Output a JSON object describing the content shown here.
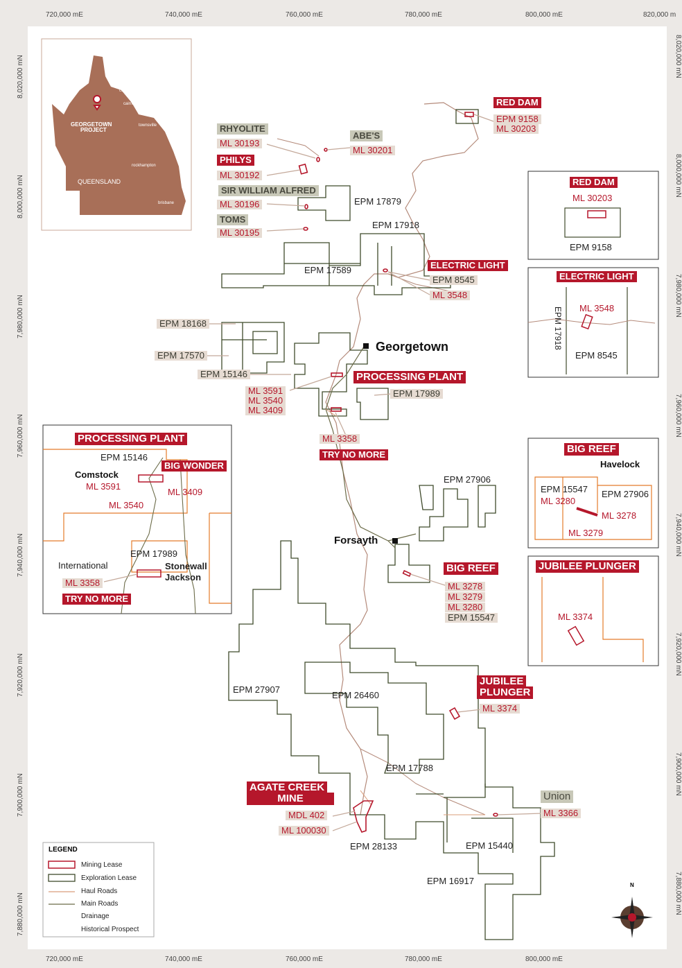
{
  "grid": {
    "easting": [
      "720,000 mE",
      "740,000 mE",
      "760,000 mE",
      "780,000 mE",
      "800,000 mE",
      "820,000 m"
    ],
    "easting_bottom": [
      "720,000 mE",
      "740,000 mE",
      "760,000 mE",
      "780,000 mE",
      "800,000 mE"
    ],
    "northing_left": [
      "8,020,000 mN",
      "8,000,000 mN",
      "7,980,000 mN",
      "7,960,000 mN",
      "7,940,000 mN",
      "7,920,000 mN",
      "7,900,000 mN",
      "7,880,000 mN"
    ],
    "northing_right": [
      "8,020,000 mN",
      "8,000,000 mN",
      "7,980,000 mN",
      "7,960,000 mN",
      "7,940,000 mN",
      "7,920,000 mN",
      "7,900,000 mN",
      "7,880,000 mN"
    ]
  },
  "inset_qld": {
    "region": "QUEENSLAND",
    "project": "GEORGETOWN",
    "project2": "PROJECT",
    "towns": [
      "cooktown",
      "cairns",
      "townsville",
      "rockhampton",
      "brisbane"
    ]
  },
  "labels": {
    "red_dam": "RED DAM",
    "epm9158": "EPM 9158",
    "ml30203": "ML 30203",
    "rhyolite": "RHYOLITE",
    "ml30193": "ML 30193",
    "abes": "ABE'S",
    "ml30201": "ML 30201",
    "philys": "PHILYS",
    "ml30192": "ML 30192",
    "sir_william": "SIR WILLIAM ALFRED",
    "ml30196": "ML 30196",
    "epm17879": "EPM 17879",
    "toms": "TOMS",
    "ml30195": "ML 30195",
    "epm17918": "EPM 17918",
    "epm17589": "EPM 17589",
    "electric_light": "ELECTRIC LIGHT",
    "epm8545": "EPM 8545",
    "ml3548": "ML 3548",
    "epm18168": "EPM 18168",
    "georgetown": "Georgetown",
    "epm17570": "EPM 17570",
    "epm15146": "EPM 15146",
    "processing_plant": "PROCESSING PLANT",
    "ml3591": "ML 3591",
    "ml3540": "ML 3540",
    "ml3409": "ML 3409",
    "epm17989": "EPM 17989",
    "ml3358": "ML 3358",
    "try_no_more": "TRY NO MORE",
    "epm27906": "EPM 27906",
    "forsayth": "Forsayth",
    "big_reef": "BIG REEF",
    "ml3278": "ML 3278",
    "ml3279": "ML 3279",
    "ml3280": "ML 3280",
    "epm15547": "EPM 15547",
    "jubilee": "JUBILEE",
    "plunger": "PLUNGER",
    "ml3374": "ML 3374",
    "epm27907": "EPM 27907",
    "epm26460": "EPM 26460",
    "epm17788": "EPM 17788",
    "agate": "AGATE CREEK",
    "mine": "MINE",
    "mdl402": "MDL 402",
    "ml100030": "ML 100030",
    "epm28133": "EPM 28133",
    "epm15440": "EPM 15440",
    "union": "Union",
    "ml3366": "ML 3366",
    "epm16917": "EPM 16917"
  },
  "inset_red_dam": {
    "title": "RED DAM",
    "ml": "ML 30203",
    "epm": "EPM 9158"
  },
  "inset_electric": {
    "title": "ELECTRIC LIGHT",
    "ml": "ML 3548",
    "epm_v": "EPM 17918",
    "epm": "EPM 8545"
  },
  "inset_big_reef": {
    "title": "BIG REEF",
    "havelock": "Havelock",
    "epm15547": "EPM 15547",
    "ml3280": "ML 3280",
    "epm27906": "EPM 27906",
    "ml3278": "ML 3278",
    "ml3279": "ML 3279"
  },
  "inset_jubilee": {
    "title": "JUBILEE PLUNGER",
    "ml": "ML 3374"
  },
  "inset_plant": {
    "title": "PROCESSING PLANT",
    "epm15146": "EPM 15146",
    "big_wonder": "BIG WONDER",
    "comstock": "Comstock",
    "ml3591": "ML 3591",
    "ml3409": "ML 3409",
    "ml3540": "ML 3540",
    "epm17989": "EPM 17989",
    "international": "International",
    "stonewall": "Stonewall",
    "jackson": "Jackson",
    "ml3358": "ML 3358",
    "try_no_more": "TRY NO MORE"
  },
  "legend": {
    "title": "LEGEND",
    "items": [
      "Mining Lease",
      "Exploration Lease",
      "Haul Roads",
      "Main Roads",
      "Drainage",
      "Historical Prospect"
    ]
  },
  "compass": {
    "north": "N"
  },
  "colors": {
    "mining_lease": "#b5172b",
    "exploration": "#3f4a2b",
    "haul": "#d99c7a",
    "main": "#6b6b48",
    "drainage": "#a88a7a",
    "inset_qld": "#a86f58",
    "highlight": "#e47b2a"
  }
}
